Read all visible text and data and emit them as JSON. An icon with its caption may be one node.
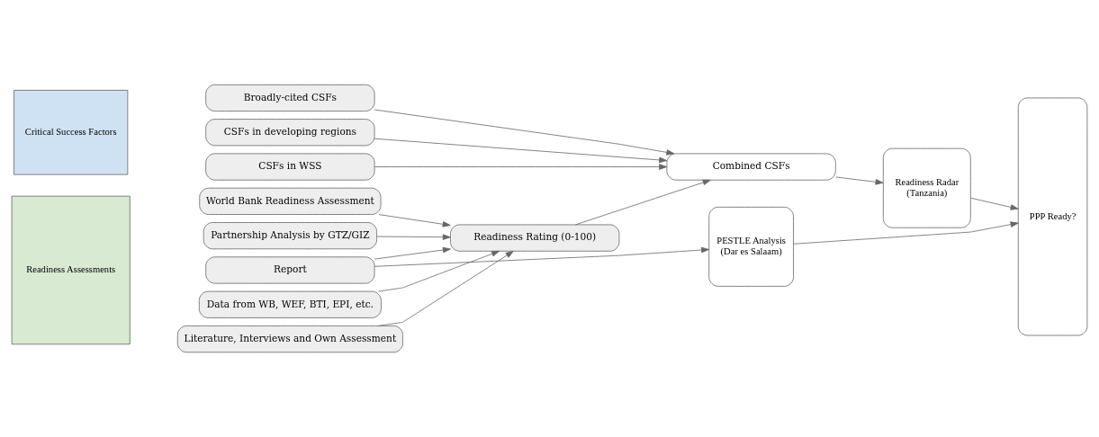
{
  "diagram": {
    "nodes": [
      {
        "text": [
          "Critical Success Factors"
        ]
      },
      {
        "text": [
          "Broadly-cited CSFs"
        ]
      },
      {
        "text": [
          "CSFs in developing regions"
        ]
      },
      {
        "text": [
          "CSFs in WSS"
        ]
      },
      {
        "text": [
          "Readiness Assessments"
        ]
      },
      {
        "text": [
          "World Bank Readiness Assessment"
        ]
      },
      {
        "text": [
          "Partnership Analysis by GTZ/GIZ"
        ]
      },
      {
        "text": [
          "Report"
        ]
      },
      {
        "text": [
          "Data from WB, WEF, BTI, EPI, etc."
        ]
      },
      {
        "text": [
          "Literature, Interviews and Own Assessment"
        ]
      },
      {
        "text": [
          "Combined CSFs"
        ]
      },
      {
        "text": [
          "Readiness Rating (0-100)"
        ]
      },
      {
        "text": [
          "Readiness Radar",
          "(Tanzania)"
        ]
      },
      {
        "text": [
          "PESTLE Analysis",
          "(Dar es Salaam)"
        ]
      },
      {
        "text": [
          "PPP Ready?"
        ]
      }
    ],
    "edges": [
      {
        "from": 1,
        "to": 10,
        "arrow": "to"
      },
      {
        "from": 2,
        "to": 10,
        "arrow": "to"
      },
      {
        "from": 3,
        "to": 10,
        "arrow": "to"
      },
      {
        "from": 5,
        "to": 11,
        "arrow": "to"
      },
      {
        "from": 6,
        "to": 11,
        "arrow": "to"
      },
      {
        "from": 7,
        "to": 11,
        "arrow": "to"
      },
      {
        "from": 8,
        "to": 11,
        "arrow": "to"
      },
      {
        "from": 9,
        "to": 11,
        "arrow": "to"
      },
      {
        "from": 7,
        "to": 13,
        "arrow": "to"
      },
      {
        "from": 11,
        "to": 10,
        "arrow": "to"
      },
      {
        "from": 10,
        "to": 12,
        "arrow": "to"
      },
      {
        "from": 12,
        "to": 14,
        "arrow": "to"
      },
      {
        "from": 13,
        "to": 14,
        "arrow": "to"
      }
    ]
  }
}
